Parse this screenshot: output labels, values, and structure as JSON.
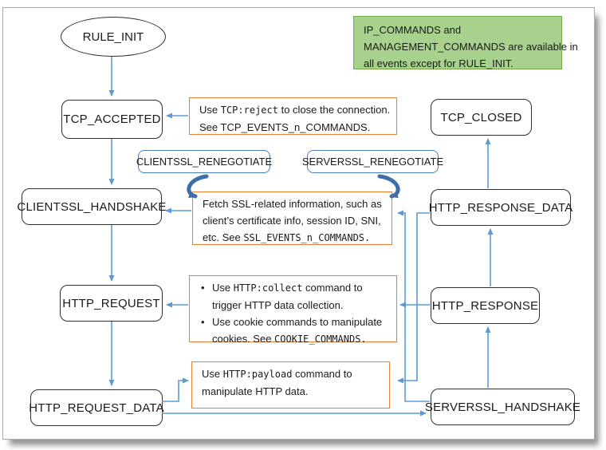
{
  "diagram": {
    "title_hint": "iRule event flow",
    "nodes": {
      "rule_init": "RULE_INIT",
      "tcp_accepted": "TCP_ACCEPTED",
      "clientssl_handshake": "CLIENTSSL_HANDSHAKE",
      "http_request": "HTTP_REQUEST",
      "http_request_data": "HTTP_REQUEST_DATA",
      "tcp_closed": "TCP_CLOSED",
      "http_response_data": "HTTP_RESPONSE_DATA",
      "http_response": "HTTP_RESPONSE",
      "serverssl_handshake": "SERVERSSL_HANDSHAKE",
      "clientssl_renegotiate": "CLIENTSSL_RENEGOTIATE",
      "serverssl_renegotiate": "SERVERSSL_RENEGOTIATE"
    },
    "callout": {
      "line1": "IP_COMMANDS and",
      "line2": "MANAGEMENT_COMMANDS are available in",
      "line3": "all events except for RULE_INIT."
    },
    "notes": {
      "tcp": {
        "pre": "Use ",
        "code": "TCP:reject",
        "post": " to close the connection.",
        "line2": "See TCP_EVENTS_n_COMMANDS."
      },
      "ssl": {
        "line1": "Fetch SSL-related information, such as",
        "line2": "client’s certificate info, session ID, SNI,",
        "line3_pre": "etc. See ",
        "line3_code": "SSL_EVENTS_n_COMMANDS."
      },
      "http": {
        "b1_pre": "Use ",
        "b1_code": "HTTP:collect",
        "b1_post": " command to",
        "b1_line2": "trigger HTTP data collection.",
        "b2_line1": "Use cookie commands to manipulate",
        "b2_pre": "cookies. See ",
        "b2_code": "COOKIE_COMMANDS."
      },
      "payload": {
        "pre": "Use ",
        "code": "HTTP:payload",
        "post": " command to",
        "line2": "manipulate HTTP data."
      }
    },
    "colors": {
      "arrow": "#5B9BD5",
      "loop_arrow": "#3E6FA8",
      "note_border": "#ED7D31",
      "renegotiate_border": "#4A7EBE",
      "callout_fill": "#A9D18E",
      "callout_border": "#70AD47",
      "node_border": "#2F2F2F"
    }
  }
}
